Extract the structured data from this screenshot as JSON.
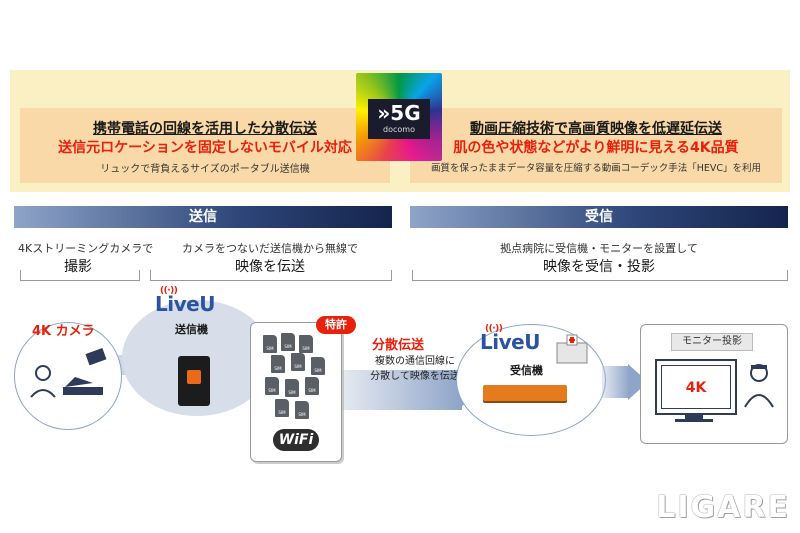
{
  "banner": {
    "left": {
      "heading": "携帯電話の回線を活用した分散伝送",
      "red": "送信元ロケーションを固定しないモバイル対応",
      "small": "リュックで背負えるサイズのポータブル送信機"
    },
    "right": {
      "heading": "動画圧縮技術で高画質映像を低遅延伝送",
      "red": "肌の色や状態などがより鮮明に見える4K品質",
      "small": "画質を保ったままデータ容量を圧縮する動画コーデック手法「HEVC」を利用"
    },
    "logo": {
      "big": "»5G",
      "sub": "docomo"
    }
  },
  "sections": {
    "send": {
      "title": "送信",
      "col1": {
        "small": "4Kストリーミングカメラで",
        "big": "撮影"
      },
      "col2": {
        "small": "カメラをつないだ送信機から無線で",
        "big": "映像を伝送"
      }
    },
    "receive": {
      "title": "受信",
      "small": "拠点病院に受信機・モニターを設置して",
      "big": "映像を受信・投影"
    }
  },
  "diagram": {
    "camera_label": "4K カメラ",
    "liveu_brand": "LiveU",
    "transmitter_label": "送信機",
    "patent_badge": "特許",
    "sim_text": "SIM",
    "wifi_text": "WiFi",
    "distributed_label": "分散伝送",
    "distributed_desc_1": "複数の通信回線に",
    "distributed_desc_2": "分散して映像を伝送",
    "receiver_label": "受信機",
    "monitor_title": "モニター投影",
    "monitor_screen": "4K"
  },
  "watermark": "LIGARE",
  "colors": {
    "accent_red": "#e8200c",
    "navy": "#14244d",
    "liveu_blue": "#2a53a0"
  }
}
